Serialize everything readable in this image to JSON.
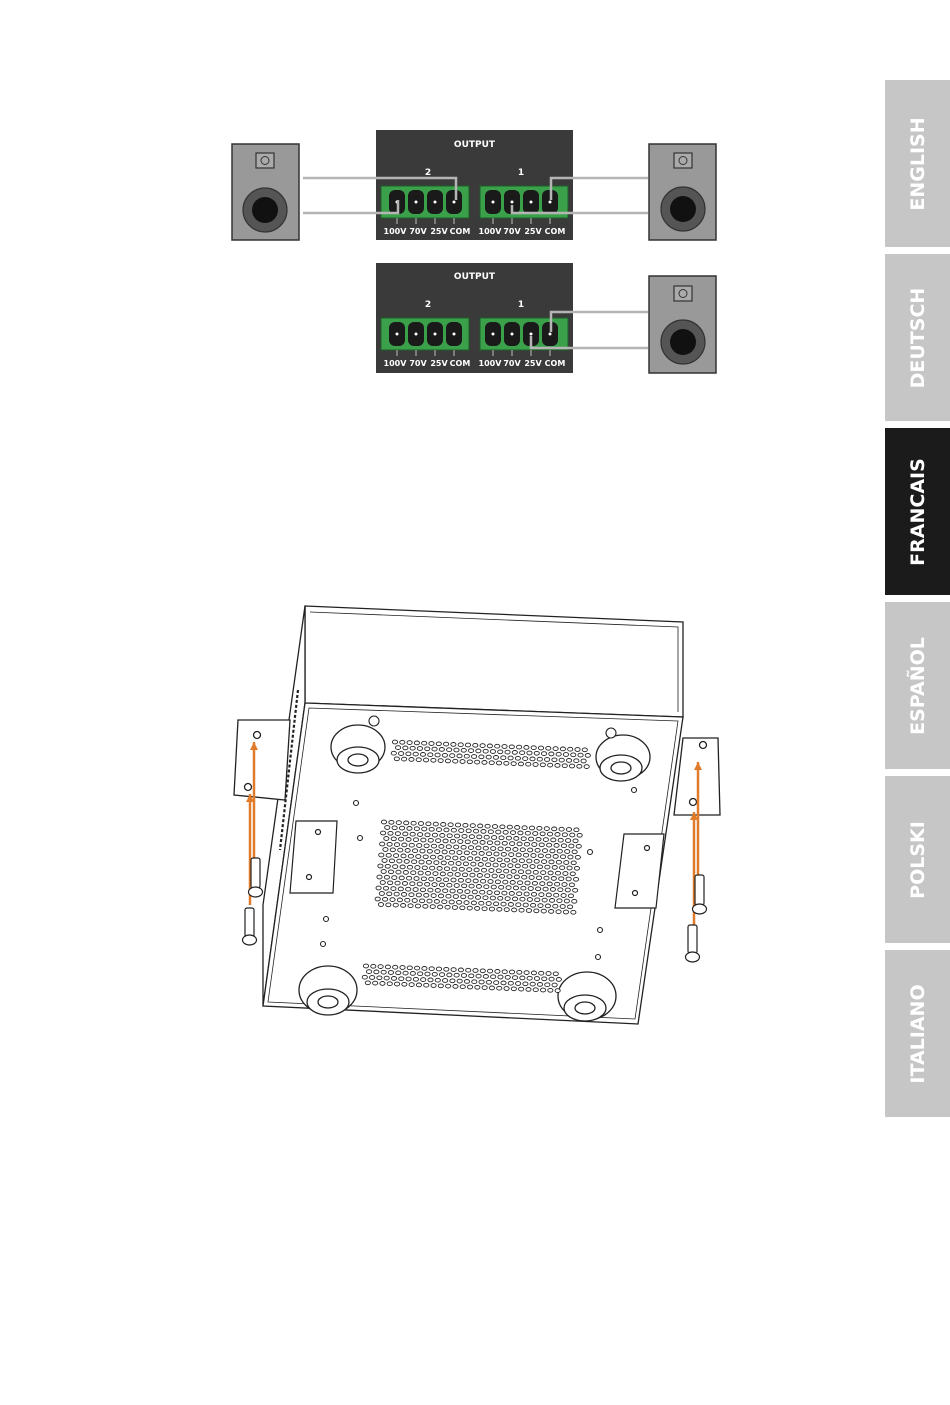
{
  "language_tabs": [
    {
      "label": "ENGLISH",
      "active": false
    },
    {
      "label": "DEUTSCH",
      "active": false
    },
    {
      "label": "FRANCAIS",
      "active": true
    },
    {
      "label": "ESPAÑOL",
      "active": false
    },
    {
      "label": "POLSKI",
      "active": false
    },
    {
      "label": "ITALIANO",
      "active": false
    }
  ],
  "output_panel_top": {
    "title": "OUTPUT",
    "channel_2": "2",
    "channel_1": "1",
    "terminals": [
      "100V",
      "70V",
      "25V",
      "COM",
      "100V",
      "70V",
      "25V",
      "COM"
    ]
  },
  "output_panel_bottom": {
    "title": "OUTPUT",
    "channel_2": "2",
    "channel_1": "1",
    "terminals": [
      "100V",
      "70V",
      "25V",
      "COM",
      "100V",
      "70V",
      "25V",
      "COM"
    ]
  },
  "colors": {
    "tab_inactive": "#c6c6c6",
    "tab_active": "#1b1b1b",
    "panel": "#3a3a3a",
    "terminal_green": "#3aa04a",
    "speaker_gray": "#999999",
    "screw_orange": "#e07b2a"
  }
}
